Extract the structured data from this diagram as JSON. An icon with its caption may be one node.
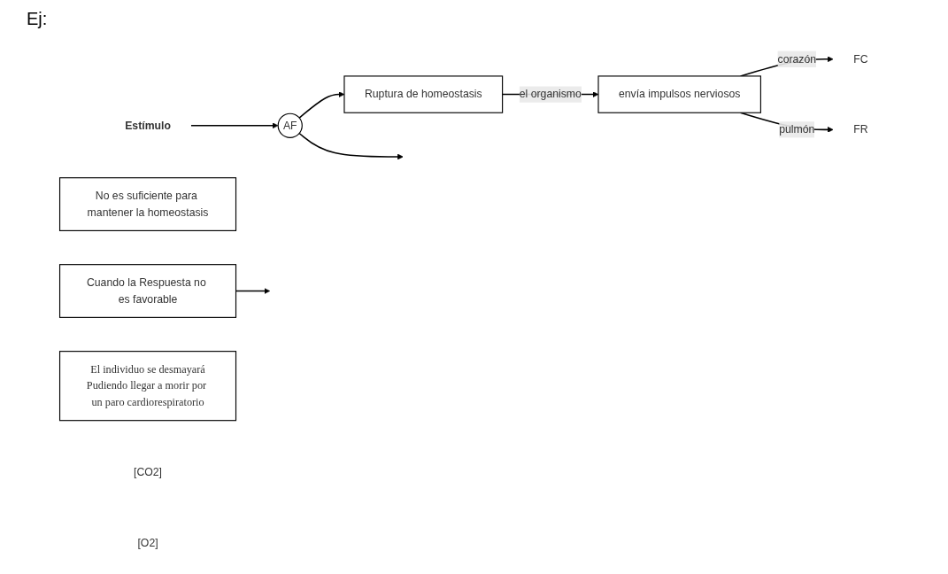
{
  "diagram": {
    "nodes": [
      {
        "text": [
          "Estímulo"
        ]
      },
      {
        "text": [
          "AF"
        ]
      },
      {
        "text": [
          "Ruptura de homeostasis"
        ]
      },
      {
        "text": [
          "envía impulsos nerviosos"
        ]
      },
      {
        "text": [
          "FC"
        ]
      },
      {
        "text": [
          "FR"
        ]
      },
      {
        "text": [
          "No es suficiente para mantener la homeostasis"
        ]
      },
      {
        "text": [
          "Cuando la Respuesta no es favorable"
        ]
      },
      {
        "text": [
          "El individuo se desmayará",
          "Pudiendo llegar a morir por un paro cardiorespiratorio"
        ]
      },
      {
        "text": [
          "[CO2]"
        ]
      },
      {
        "text": [
          "[O2]"
        ]
      }
    ],
    "edges": [
      {
        "from": 0,
        "to": 1,
        "arrow": "to"
      },
      {
        "from": 1,
        "to": 2,
        "arrow": "to"
      },
      {
        "from": 1,
        "to": null,
        "arrow": "to"
      },
      {
        "from": 2,
        "to": 3,
        "label": "el organismo",
        "arrow": "to"
      },
      {
        "from": 3,
        "to": 4,
        "label": "corazón",
        "arrow": "to"
      },
      {
        "from": 3,
        "to": 5,
        "label": "pulmón",
        "arrow": "to"
      },
      {
        "from": 7,
        "to": null,
        "arrow": "to"
      }
    ],
    "labels": [
      "Ej:"
    ]
  }
}
